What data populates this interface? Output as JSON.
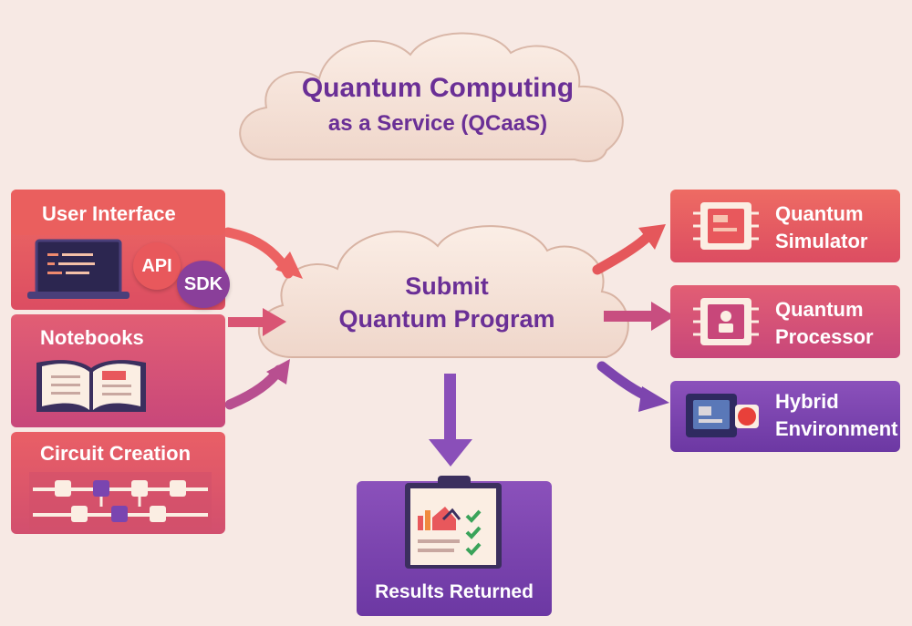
{
  "header": {
    "title_line1": "Quantum Computing",
    "title_line2": "as a Service (QCaaS)"
  },
  "center": {
    "line1": "Submit",
    "line2": "Quantum Program"
  },
  "inputs": {
    "user_interface": {
      "label": "User Interface",
      "api": "API",
      "sdk": "SDK"
    },
    "notebooks": {
      "label": "Notebooks"
    },
    "circuit_creation": {
      "label": "Circuit Creation"
    }
  },
  "targets": {
    "simulator": {
      "line1": "Quantum",
      "line2": "Simulator"
    },
    "processor": {
      "line1": "Quantum",
      "line2": "Processor"
    },
    "hybrid": {
      "line1": "Hybrid",
      "line2": "Environment"
    }
  },
  "results": {
    "label": "Results Returned"
  },
  "colors": {
    "background": "#f7e9e4",
    "title_purple": "#6a2f96",
    "red_panel": "#e85a5e",
    "pink_panel": "#d44f78",
    "purple_panel": "#7a45b0",
    "cloud_fill": "#f6e3d8"
  }
}
